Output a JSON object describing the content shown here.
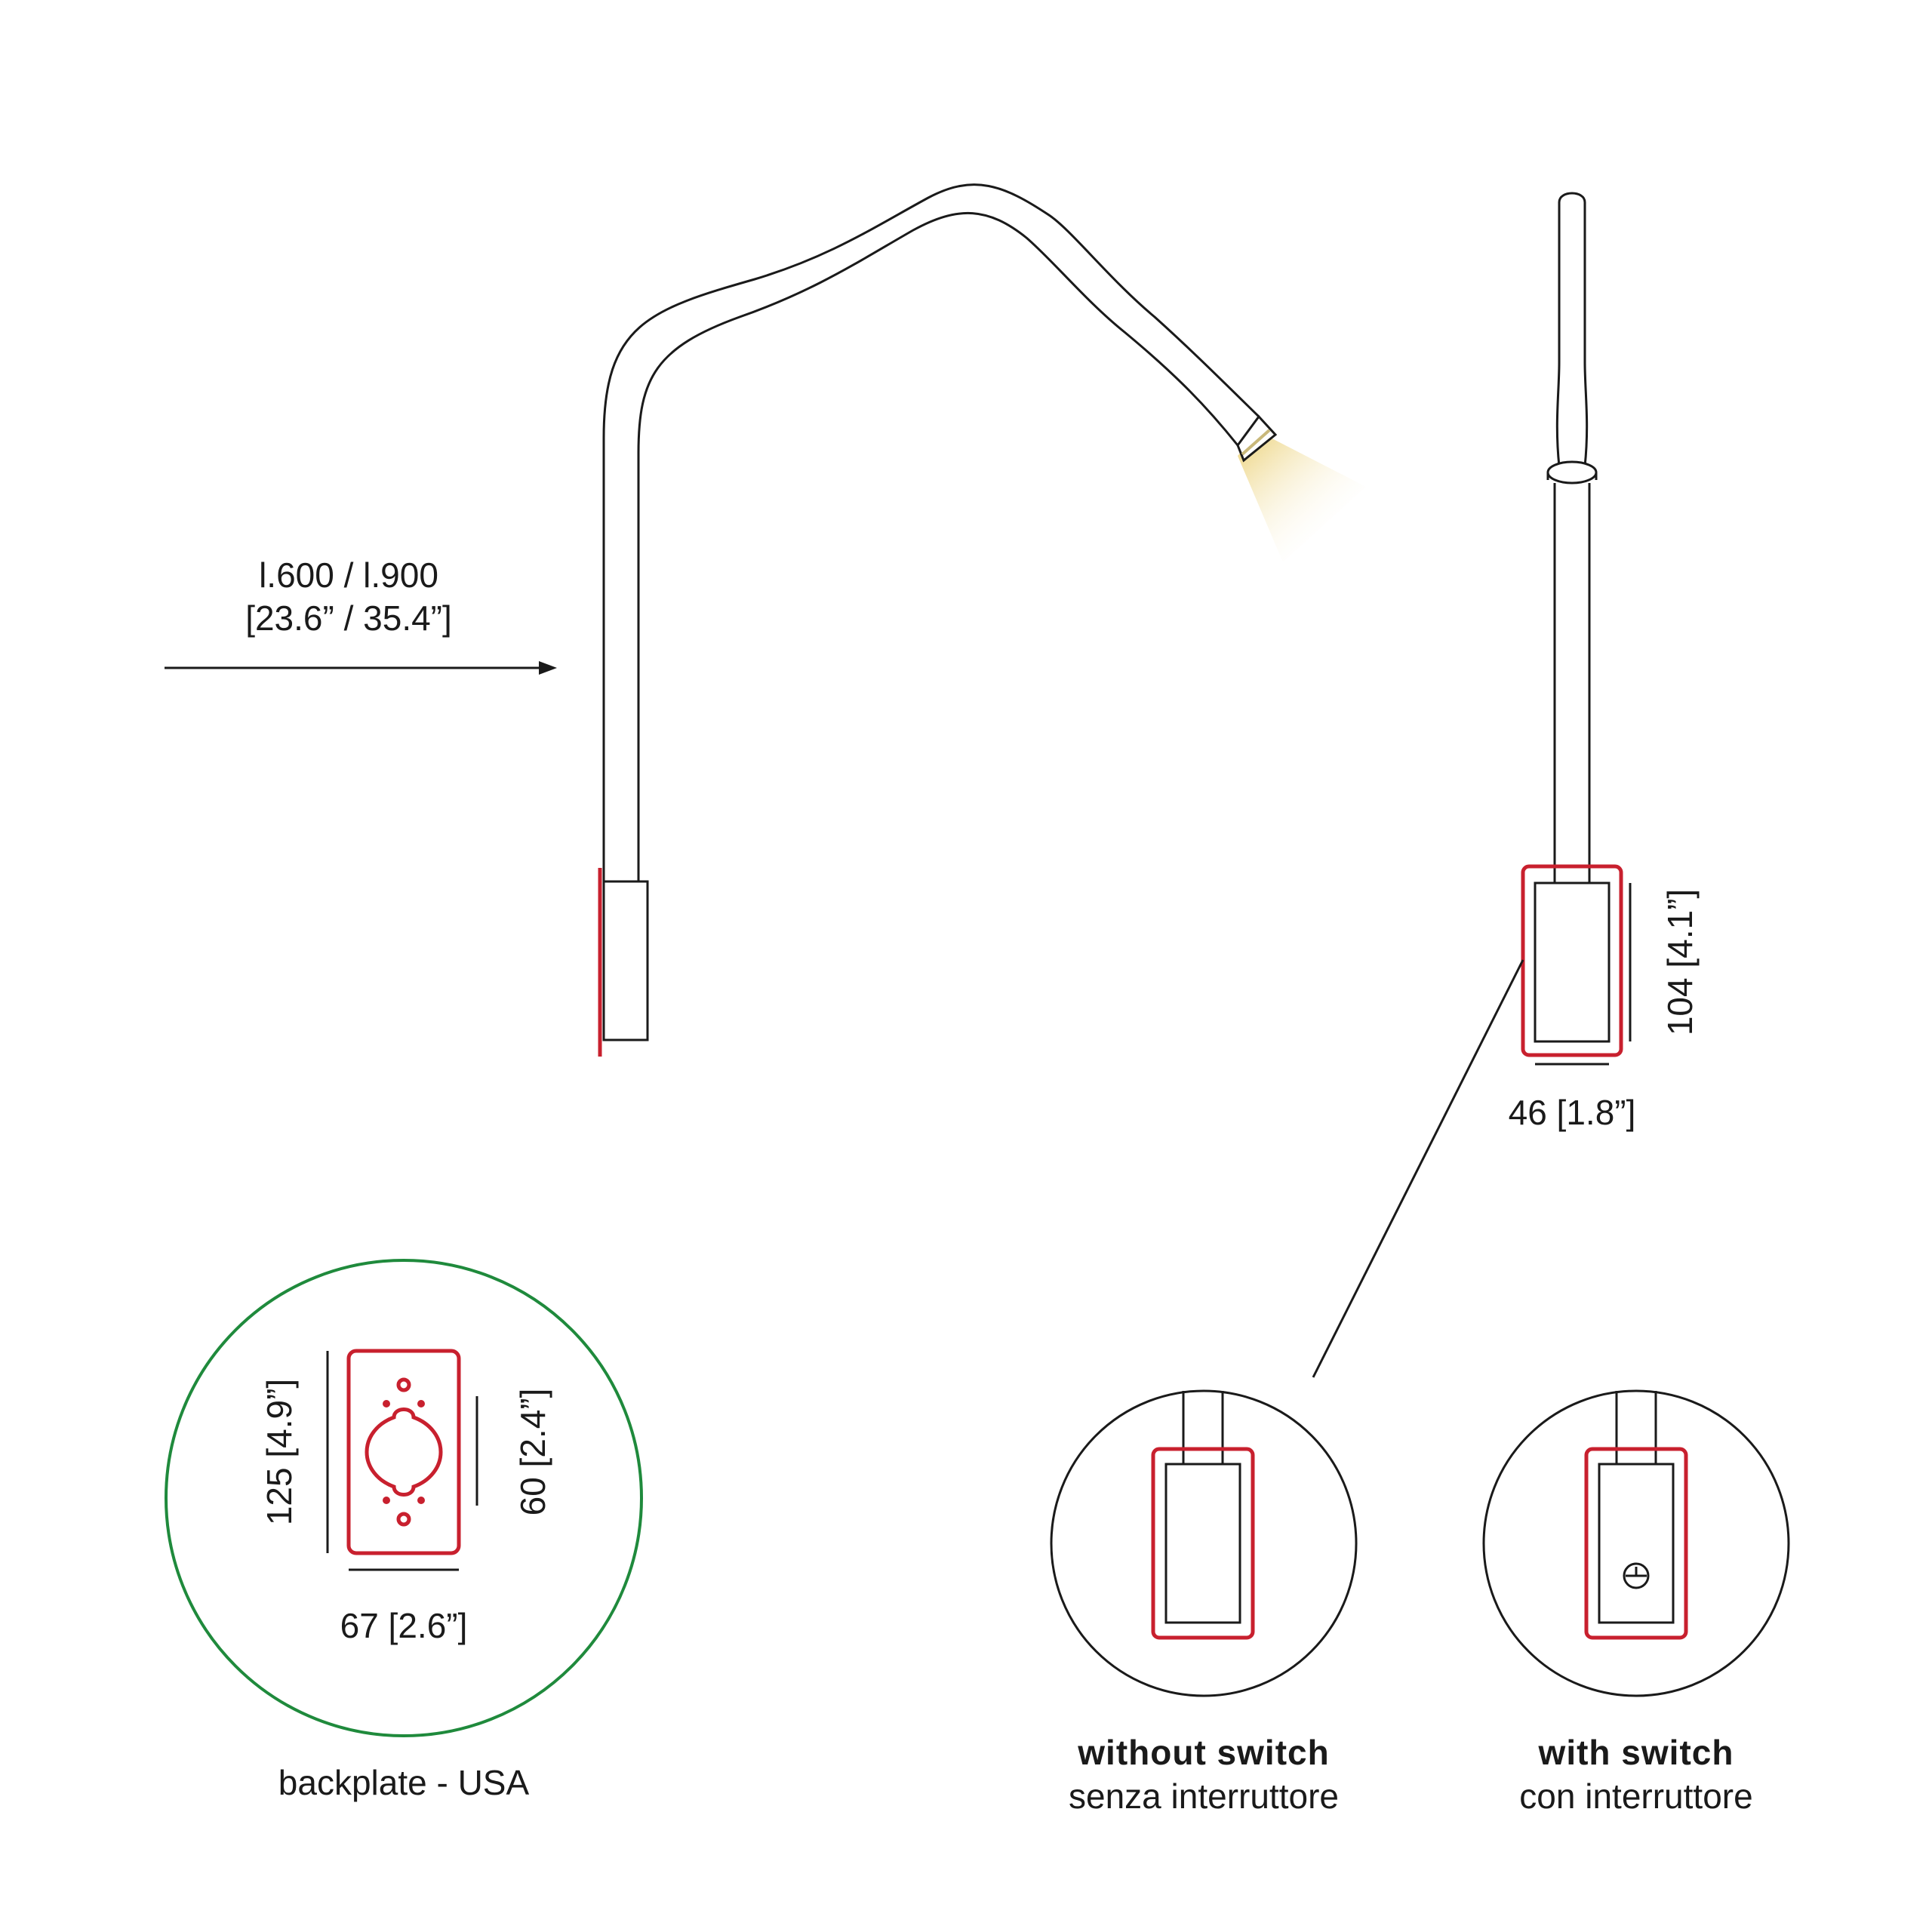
{
  "side_view": {
    "length_mm": "l.600 / l.900",
    "length_in": "[23.6” / 35.4”]"
  },
  "front_view": {
    "height_dim": "104 [4.1”]",
    "width_dim": "46 [1.8”]"
  },
  "backplate": {
    "height_dim": "125 [4.9”]",
    "inner_dim": "60 [2.4”]",
    "width_dim": "67 [2.6”]",
    "caption": "backplate - USA",
    "circle_color": "#1f8a3c"
  },
  "variants": [
    {
      "title": "without switch",
      "subtitle": "senza interruttore"
    },
    {
      "title": "with switch",
      "subtitle": "con interruttore"
    }
  ],
  "colors": {
    "line": "#1a1a1a",
    "backplate_outline": "#c8202e",
    "light_beam": "#f3e3a6"
  },
  "icons": {
    "switch": "switch-icon",
    "arrow": "arrow-right-icon"
  }
}
